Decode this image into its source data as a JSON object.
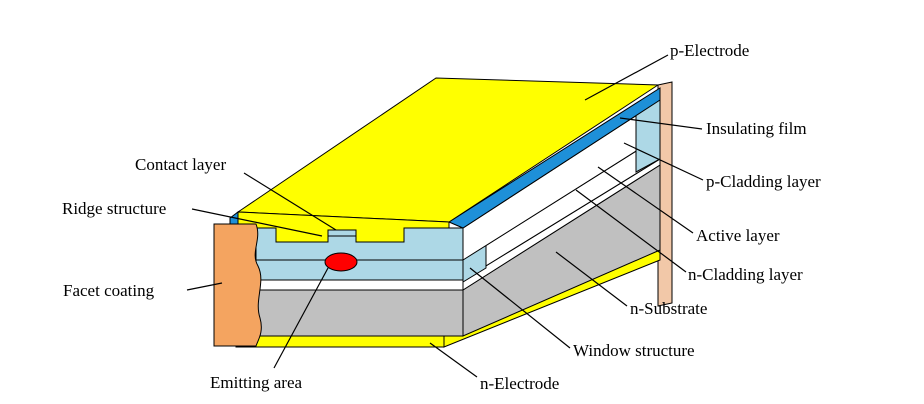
{
  "diagram": {
    "labels": {
      "p_electrode": "p-Electrode",
      "insulating_film": "Insulating film",
      "p_cladding": "p-Cladding layer",
      "active_layer": "Active layer",
      "n_cladding": "n-Cladding layer",
      "n_substrate": "n-Substrate",
      "window_structure": "Window structure",
      "n_electrode": "n-Electrode",
      "emitting_area": "Emitting area",
      "facet_coating": "Facet coating",
      "ridge_structure": "Ridge structure",
      "contact_layer": "Contact layer"
    },
    "colors": {
      "electrode": "#FFFF00",
      "insulating_film": "#1E90D8",
      "cladding": "#ADD8E6",
      "substrate": "#C0C0C0",
      "active": "#FFFFFF",
      "facet_coating": "#F4A460",
      "back_facet": "#F2C8A8",
      "emitting_area": "#FF0000"
    }
  }
}
